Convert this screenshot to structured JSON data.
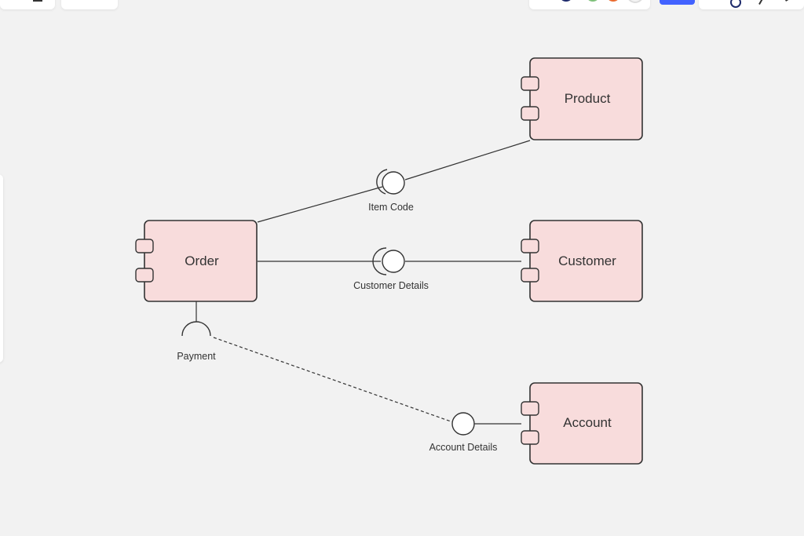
{
  "colors": {
    "canvas_bg": "#f2f2f2",
    "component_fill": "#f8dcdc",
    "component_stroke": "#333333",
    "accent": "#4262ff"
  },
  "components": {
    "product": "Product",
    "order": "Order",
    "customer": "Customer",
    "account": "Account"
  },
  "interfaces": {
    "item_code": "Item Code",
    "customer_details": "Customer Details",
    "payment": "Payment",
    "account_details": "Account Details"
  }
}
